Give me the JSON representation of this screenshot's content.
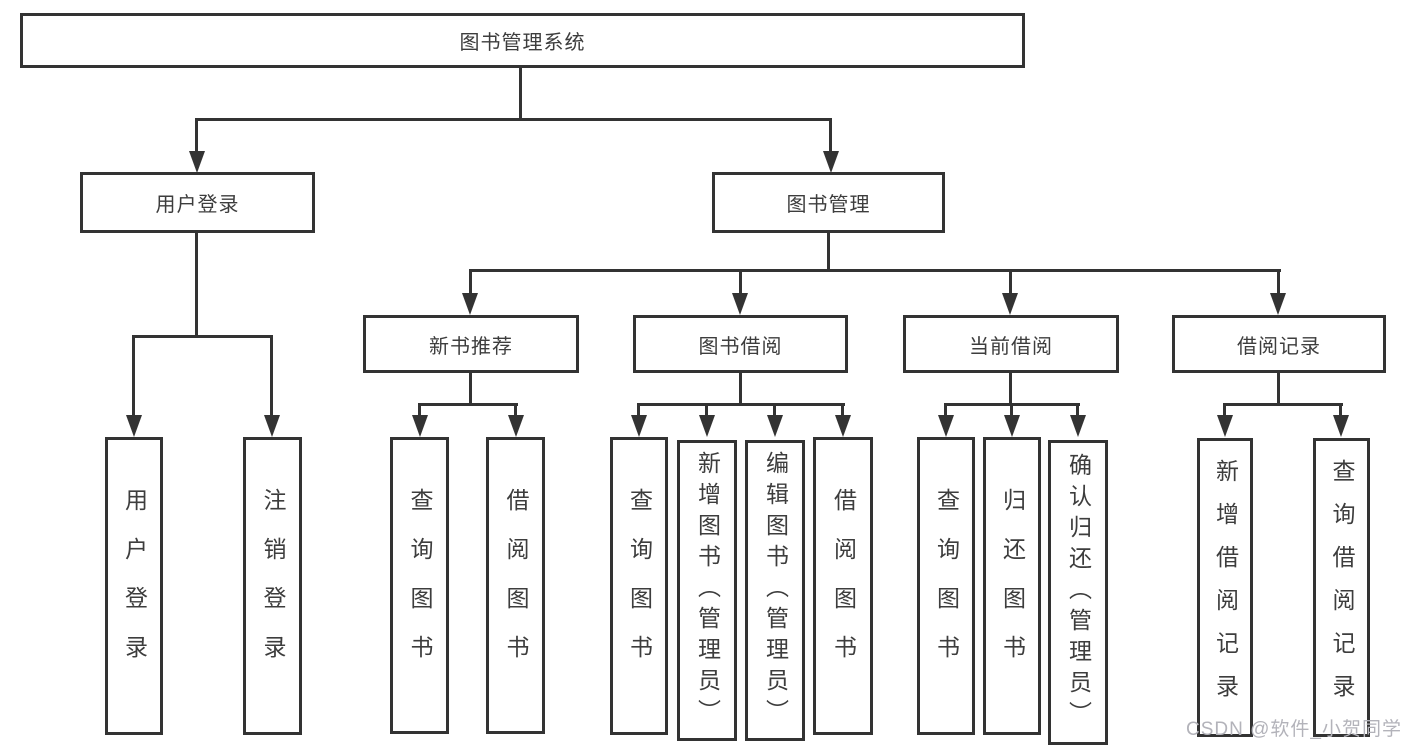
{
  "diagram_title": "图书管理系统",
  "nodes": {
    "root": {
      "label": "图书管理系统"
    },
    "login": {
      "label": "用户登录"
    },
    "mgmt": {
      "label": "图书管理"
    },
    "rec": {
      "label": "新书推荐"
    },
    "bor": {
      "label": "图书借阅"
    },
    "cur": {
      "label": "当前借阅"
    },
    "recd": {
      "label": "借阅记录"
    },
    "leaf_login": {
      "label": "用户登录"
    },
    "leaf_logout": {
      "label": "注销登录"
    },
    "leaf_rec_query": {
      "label": "查询图书"
    },
    "leaf_rec_borrow": {
      "label": "借阅图书"
    },
    "leaf_bor_query": {
      "label": "查询图书"
    },
    "leaf_bor_add": {
      "label": "新增图书（管理员）"
    },
    "leaf_bor_edit": {
      "label": "编辑图书（管理员）"
    },
    "leaf_bor_borrow": {
      "label": "借阅图书"
    },
    "leaf_cur_query": {
      "label": "查询图书"
    },
    "leaf_cur_return": {
      "label": "归还图书"
    },
    "leaf_cur_confirm": {
      "label": "确认归还（管理员）"
    },
    "leaf_recd_add": {
      "label": "新增借阅记录"
    },
    "leaf_recd_query": {
      "label": "查询借阅记录"
    }
  },
  "structure": {
    "root": "图书管理系统",
    "children": [
      {
        "label": "用户登录",
        "children": [
          "用户登录",
          "注销登录"
        ]
      },
      {
        "label": "图书管理",
        "children": [
          {
            "label": "新书推荐",
            "children": [
              "查询图书",
              "借阅图书"
            ]
          },
          {
            "label": "图书借阅",
            "children": [
              "查询图书",
              "新增图书（管理员）",
              "编辑图书（管理员）",
              "借阅图书"
            ]
          },
          {
            "label": "当前借阅",
            "children": [
              "查询图书",
              "归还图书",
              "确认归还（管理员）"
            ]
          },
          {
            "label": "借阅记录",
            "children": [
              "新增借阅记录",
              "查询借阅记录"
            ]
          }
        ]
      }
    ]
  },
  "watermark": {
    "text": "CSDN @软件_小贺同学",
    "color": "#b3b3ba"
  },
  "colors": {
    "line": "#333333",
    "box_background": "#ffffff",
    "text": "#3d3d3d"
  }
}
